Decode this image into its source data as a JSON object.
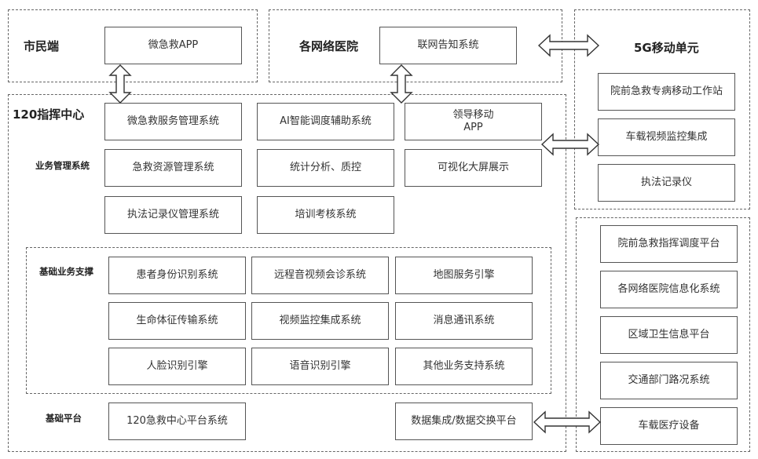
{
  "citizen": {
    "title": "市民端",
    "app": "微急救APP"
  },
  "hospitals": {
    "title": "各网络医院",
    "system": "联网告知系统"
  },
  "mobile5g": {
    "title": "5G移动单元",
    "items": [
      "院前急救专病移动工作站",
      "车载视频监控集成",
      "执法记录仪"
    ]
  },
  "center": {
    "title": "120指挥中心",
    "business_label": "业务管理系统",
    "business_items": [
      "微急救服务管理系统",
      "AI智能调度辅助系统",
      "领导移动\nAPP",
      "急救资源管理系统",
      "统计分析、质控",
      "可视化大屏展示",
      "执法记录仪管理系统",
      "培训考核系统"
    ],
    "support_label": "基础业务支撑",
    "support_items": [
      "患者身份识别系统",
      "远程音视频会诊系统",
      "地图服务引擎",
      "生命体征传输系统",
      "视频监控集成系统",
      "消息通讯系统",
      "人脸识别引擎",
      "语音识别引擎",
      "其他业务支持系统"
    ],
    "platform_label": "基础平台",
    "platform_items": [
      "120急救中心平台系统",
      "数据集成/数据交换平台"
    ]
  },
  "external": {
    "items": [
      "院前急救指挥调度平台",
      "各网络医院信息化系统",
      "区域卫生信息平台",
      "交通部门路况系统",
      "车载医疗设备"
    ]
  }
}
